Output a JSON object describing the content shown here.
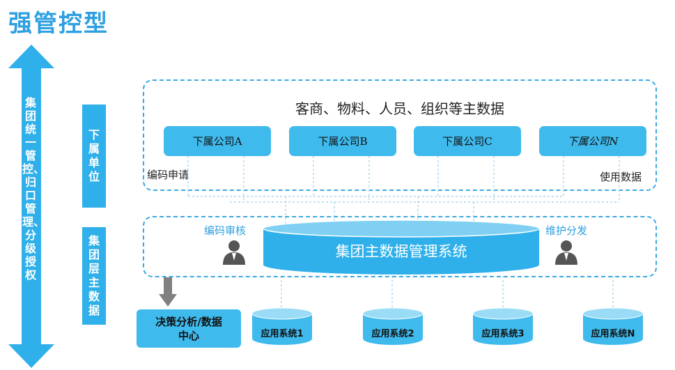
{
  "title": "强管控型",
  "left_arrow": {
    "text": "集团统一管控、归口管理、分级授权"
  },
  "labels": {
    "subsidiary_level": "下属单位",
    "group_level": "集团层主数据"
  },
  "top_section": {
    "heading": "客商、物料、人员、组织等主数据",
    "companies": [
      {
        "label": "下属公司A"
      },
      {
        "label": "下属公司B"
      },
      {
        "label": "下属公司C"
      },
      {
        "label": "下属公司N"
      }
    ],
    "left_note": "编码申请",
    "right_note": "使用数据"
  },
  "middle_section": {
    "system": "集团主数据管理系统",
    "left_note": "编码审核",
    "right_note": "维护分发"
  },
  "bottom": {
    "decision_line1": "决策分析/数据",
    "decision_line2": "中心",
    "systems": [
      {
        "label": "应用系统1"
      },
      {
        "label": "应用系统2"
      },
      {
        "label": "应用系统3"
      },
      {
        "label": "应用系统N"
      }
    ]
  },
  "colors": {
    "accent": "#2e9fe0",
    "box_fill": "#3fbaed",
    "dash": "#3aa9e3"
  }
}
